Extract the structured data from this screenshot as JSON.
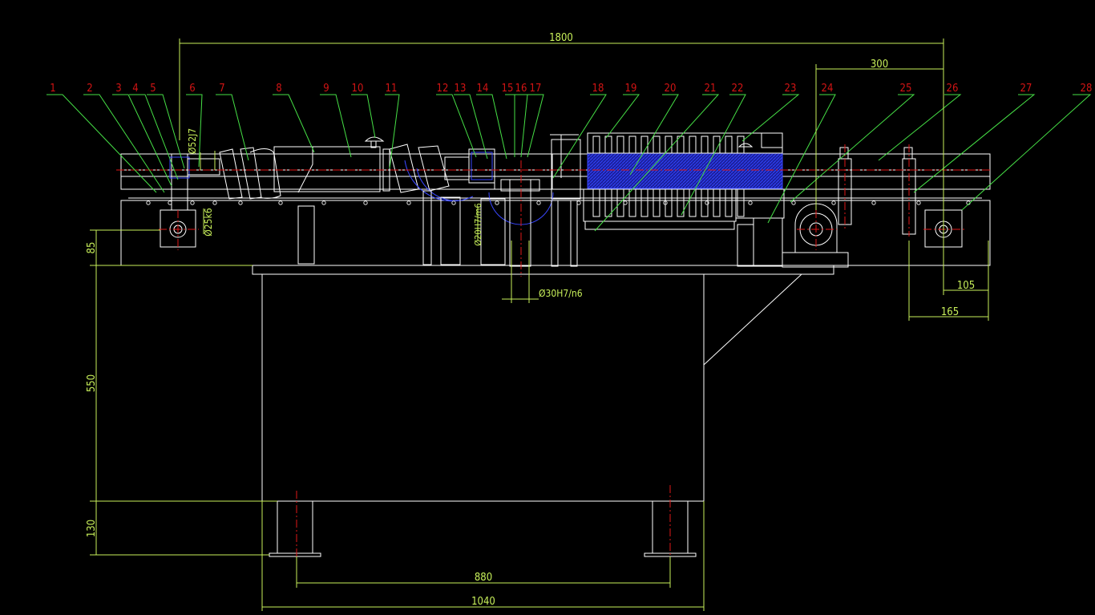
{
  "balloons": [
    "1",
    "2",
    "3",
    "4",
    "5",
    "6",
    "7",
    "8",
    "9",
    "10",
    "11",
    "12",
    "13",
    "14",
    "15",
    "16",
    "17",
    "18",
    "19",
    "20",
    "21",
    "22",
    "23",
    "24",
    "25",
    "26",
    "27",
    "28"
  ],
  "dimensions": {
    "overall_length": "1800",
    "right_offset": "300",
    "frame_height": "85",
    "stand_height": "550",
    "leg_height": "130",
    "leg_spacing": "880",
    "stand_width": "1040",
    "end_offset_a": "105",
    "end_offset_b": "165"
  },
  "tolerances": {
    "bearing_left": "Ø52J7",
    "shaft_left": "Ø25k6",
    "bearing_mid": "Ø20H7/m6",
    "shaft_mid": "Ø30H7/n6"
  },
  "colors": {
    "background": "#000000",
    "outline": "#ffffff",
    "centerline": "#e01818",
    "dimension": "#c8f05a",
    "leader": "#46e046",
    "balloon_text": "#d21414",
    "hatch": "#2233cc"
  }
}
